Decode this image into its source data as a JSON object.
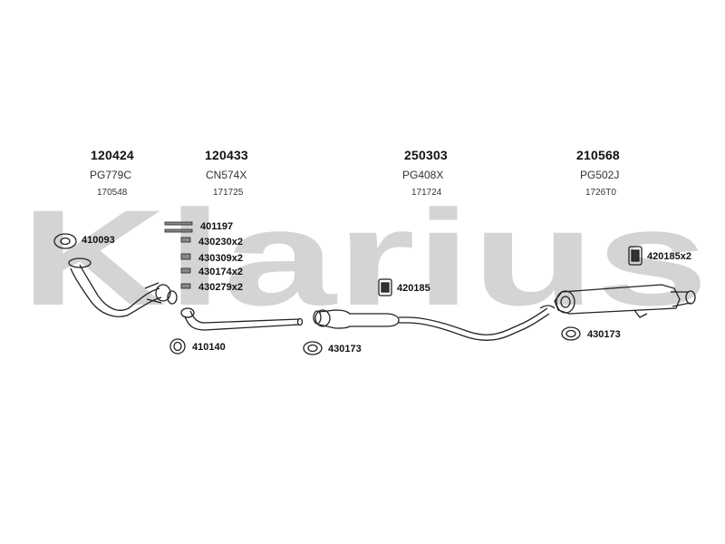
{
  "watermark": "Klarius",
  "groups": [
    {
      "part_no": "120424",
      "ref": "PG779C",
      "code": "170548"
    },
    {
      "part_no": "120433",
      "ref": "CN574X",
      "code": "171725"
    },
    {
      "part_no": "250303",
      "ref": "PG408X",
      "code": "171724"
    },
    {
      "part_no": "210568",
      "ref": "PG502J",
      "code": "1726T0"
    }
  ],
  "parts": {
    "p410093": "410093",
    "p401197": "401197",
    "p430230": "430230x2",
    "p430309": "430309x2",
    "p430174": "430174x2",
    "p430279": "430279x2",
    "p410140": "410140",
    "p430173a": "430173",
    "p420185": "420185",
    "p420185x2": "420185x2",
    "p430173b": "430173"
  },
  "colors": {
    "watermark": "#d4d4d4",
    "line": "#222222"
  }
}
